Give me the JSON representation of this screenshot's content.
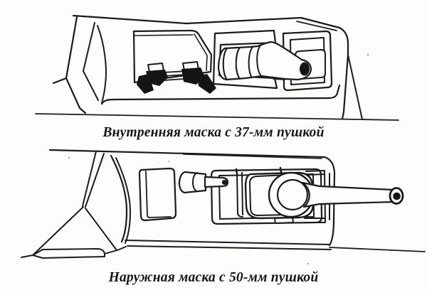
{
  "page": {
    "background": "#fdfdfb",
    "line_color": "#1b1b1b"
  },
  "figures": {
    "top": {
      "name": "internal-mask-37mm-drawing",
      "caption": "Внутренняя маска с 37-мм пушкой"
    },
    "bottom": {
      "name": "external-mask-50mm-drawing",
      "caption": "Наружная маска с 50-мм пушкой"
    }
  }
}
